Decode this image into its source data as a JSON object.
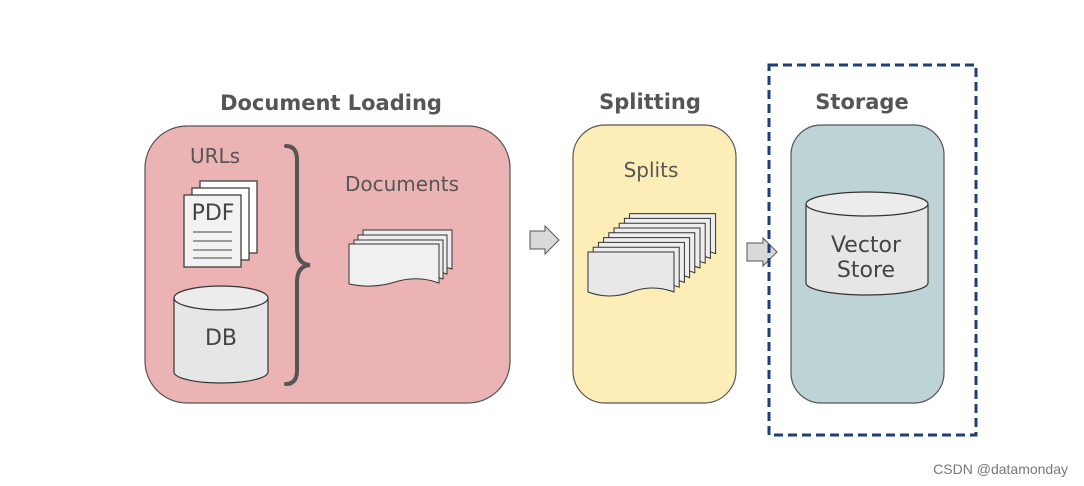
{
  "sections": {
    "loading": {
      "title": "Document Loading",
      "urls_label": "URLs",
      "pdf_label": "PDF",
      "db_label": "DB",
      "documents_label": "Documents"
    },
    "splitting": {
      "title": "Splitting",
      "splits_label": "Splits"
    },
    "storage": {
      "title": "Storage",
      "store_label_line1": "Vector",
      "store_label_line2": "Store"
    }
  },
  "colors": {
    "loading_fill": "#ecb3b4",
    "splitting_fill": "#fdedb6",
    "storage_fill": "#bdd3d6",
    "highlight_border": "#1e3f7a",
    "arrow_fill": "#d9d9d9"
  },
  "watermark": "CSDN @datamonday"
}
